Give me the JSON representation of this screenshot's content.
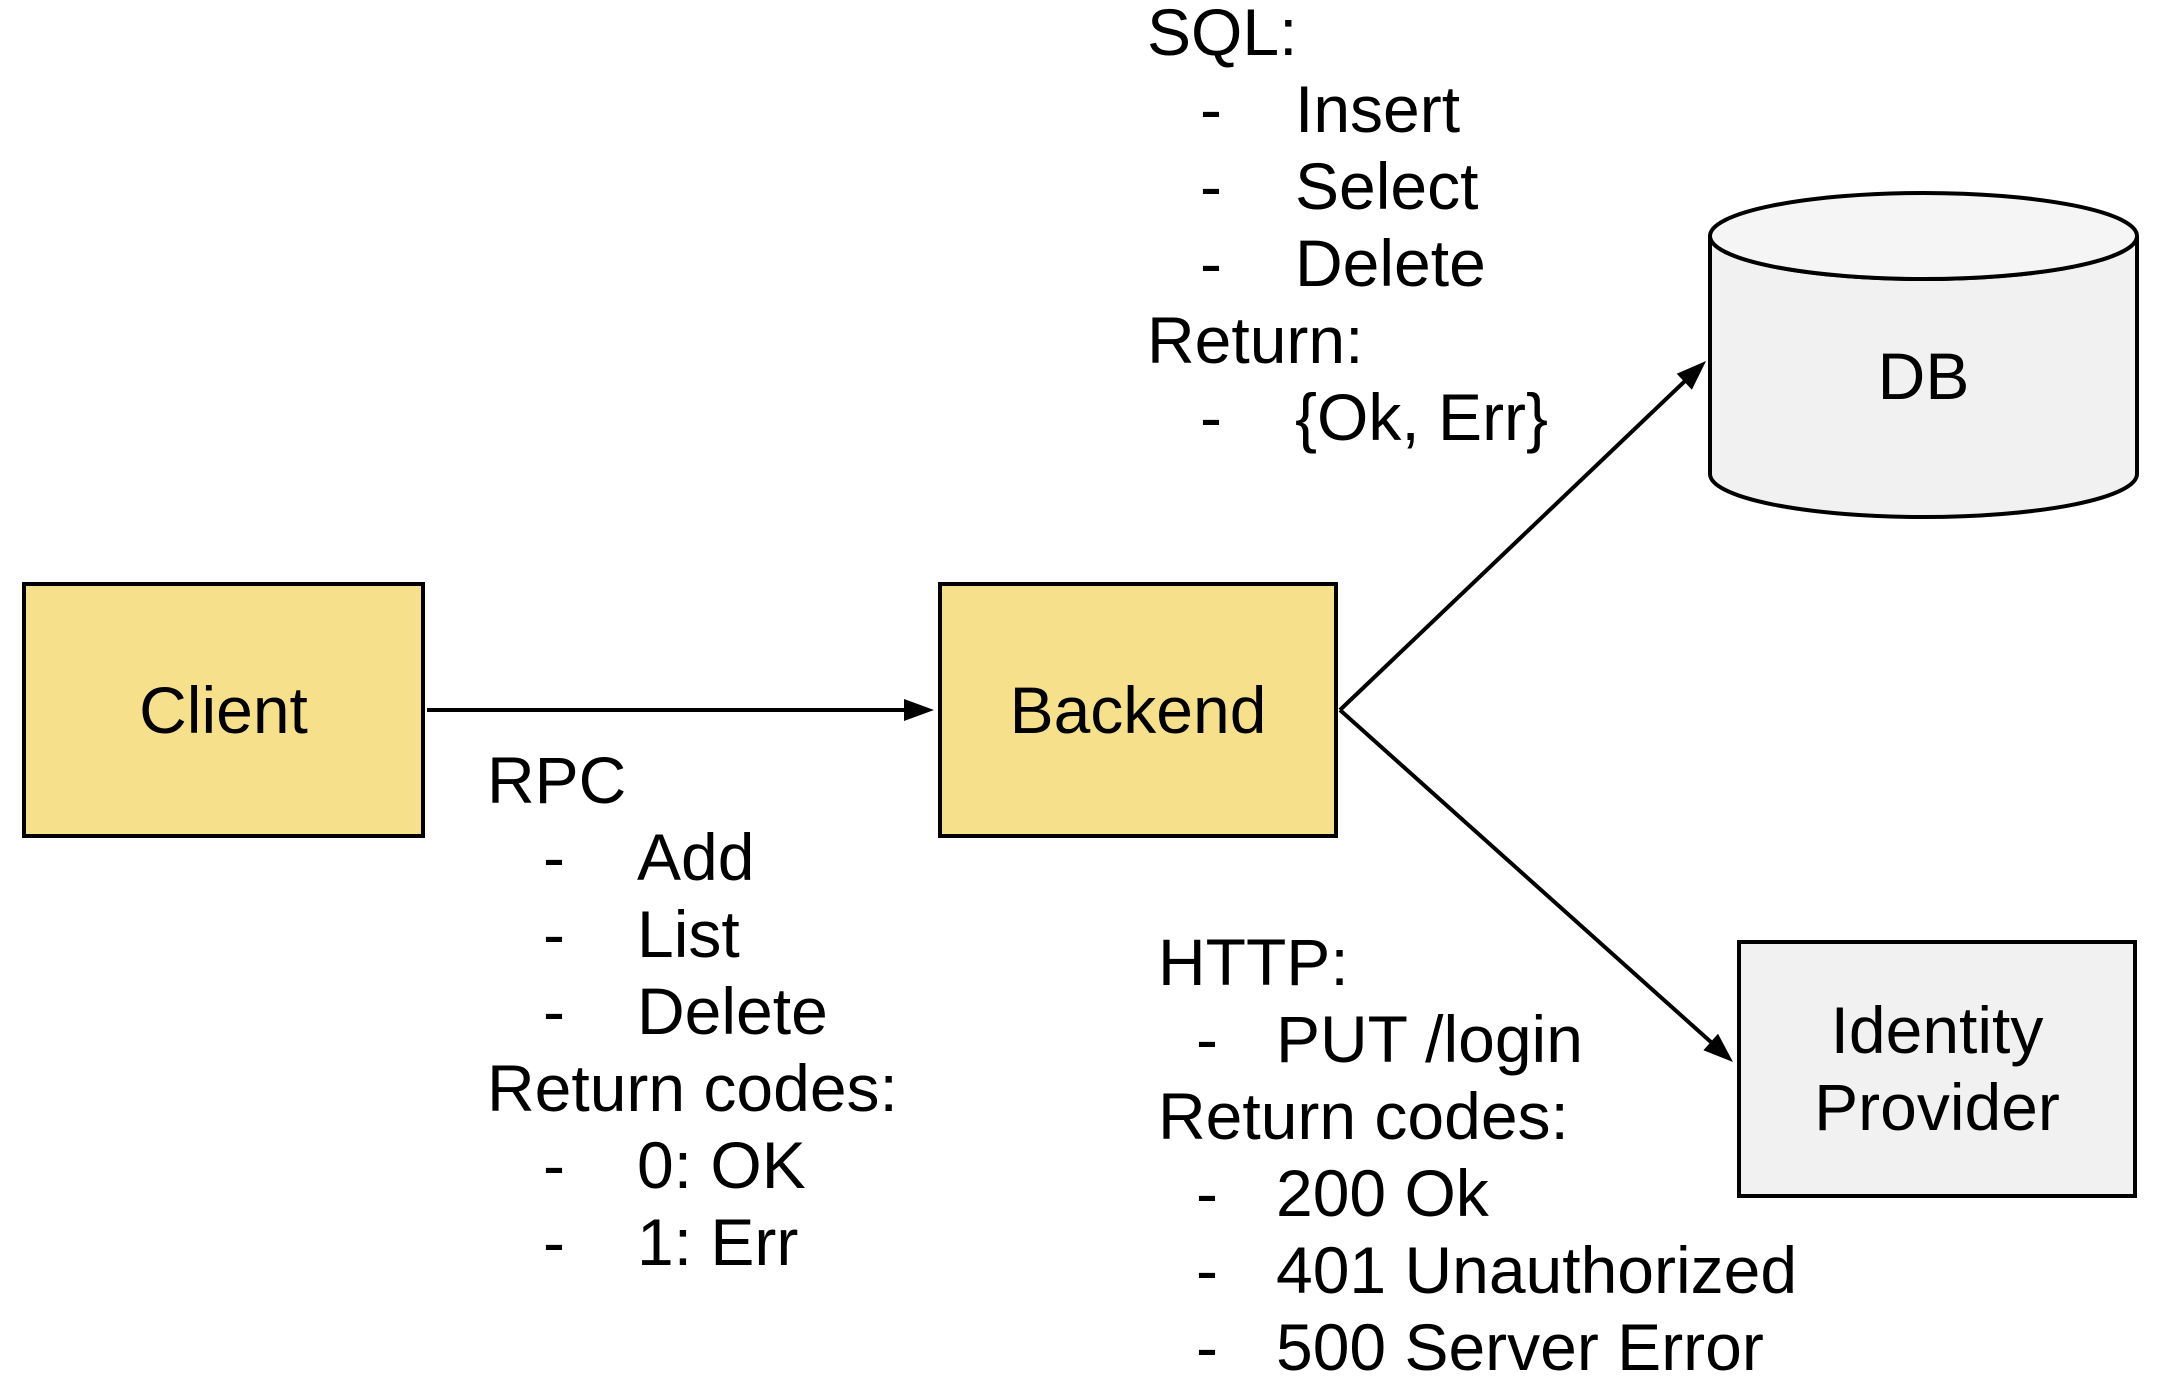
{
  "bullet": "-",
  "colors": {
    "node_yellow": "#F7E08C",
    "node_gray": "#F1F1F1",
    "node_gray_top": "#F5F5F5",
    "stroke": "#000000",
    "text": "#000000",
    "background": "#FFFFFF"
  },
  "nodes": {
    "client": {
      "label": "Client"
    },
    "backend": {
      "label": "Backend"
    },
    "db": {
      "label": "DB"
    },
    "identity_provider": {
      "lines": [
        "Identity",
        "Provider"
      ]
    }
  },
  "annotations": {
    "rpc": {
      "title": "RPC",
      "items": [
        "Add",
        "List",
        "Delete"
      ],
      "return_title": "Return codes:",
      "return_items": [
        "0: OK",
        "1: Err"
      ]
    },
    "sql": {
      "title": "SQL:",
      "items": [
        "Insert",
        "Select",
        "Delete"
      ],
      "return_title": "Return:",
      "return_items": [
        "{Ok, Err}"
      ]
    },
    "http": {
      "title": "HTTP:",
      "items": [
        "PUT /login"
      ],
      "return_title": "Return codes:",
      "return_items": [
        "200 Ok",
        "401 Unauthorized",
        "500 Server Error"
      ]
    }
  }
}
